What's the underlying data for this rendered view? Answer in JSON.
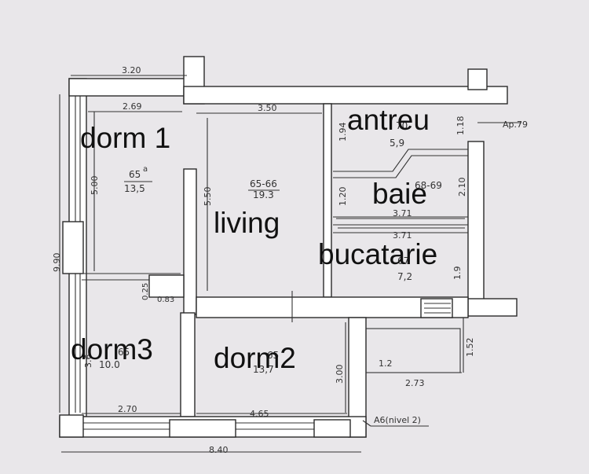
{
  "dimensions": {
    "top_3_20": "3.20",
    "dorm1_width": "2.69",
    "living_width": "3.50",
    "antreu_height": "1.94",
    "corridor_height": "1.18",
    "apartment_ref": "Ap.79",
    "dorm1_height": "5.00",
    "living_height": "5.50",
    "baie_height_left": "1.20",
    "baie_height_right": "2.10",
    "baie_width": "3.71",
    "bucatarie_width": "3.71",
    "left_total": "9.90",
    "bucatarie_height": "1.9",
    "partition": "0.25",
    "gap": "0.83",
    "dorm3_height": "3.6",
    "dorm2_height": "3.00",
    "balcony_height": "1.52",
    "balcony_area": "1.2",
    "balcony_width": "2.73",
    "dorm3_width": "2.70",
    "dorm2_width": "4.65",
    "section_ref": "A6(nivel 2)",
    "total_width": "8.40"
  },
  "rooms": {
    "dorm1": {
      "label": "dorm 1",
      "number": "65",
      "number_sup": "a",
      "area": "13,5"
    },
    "living": {
      "label": "living",
      "number": "65-66",
      "area": "19.3"
    },
    "antreu": {
      "label": "antreu",
      "number": "70",
      "area": "5,9"
    },
    "baie": {
      "label": "baie",
      "number": "68-69"
    },
    "bucatarie": {
      "label": "bucatarie",
      "number": "67",
      "area": "7,2"
    },
    "dorm3": {
      "label": "dorm3",
      "number": "65",
      "area": "10.0"
    },
    "dorm2": {
      "label": "dorm2",
      "number": "65",
      "area": "13,7"
    }
  }
}
